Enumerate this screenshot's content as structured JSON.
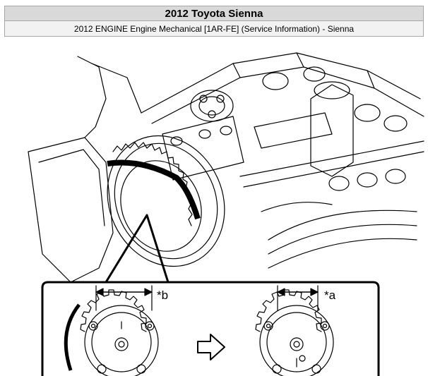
{
  "header": {
    "title": "2012 Toyota Sienna",
    "subtitle": "2012 ENGINE Engine Mechanical [1AR-FE] (Service Information) - Sienna"
  },
  "figure": {
    "callouts": {
      "b": "*b",
      "a": "*a"
    }
  }
}
